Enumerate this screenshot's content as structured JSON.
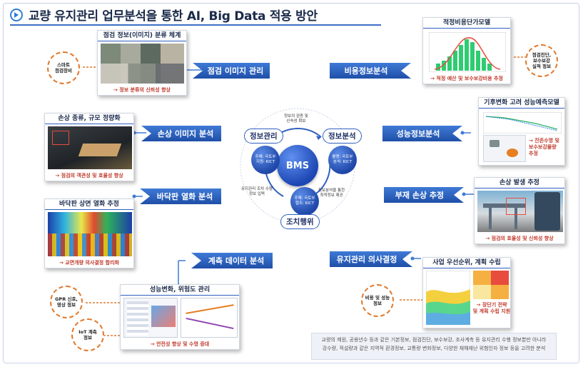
{
  "title": "교량 유지관리 업무분석을 통한 AI, Big Data 적용 방안",
  "center": {
    "core": "BMS",
    "info_manage": "정보관리",
    "info_analysis": "정보분석",
    "action": "조치행위",
    "node_left": [
      "주체: 국토부",
      "지원: KICT"
    ],
    "node_right": [
      "활용: 국토부",
      "분석: KICT"
    ],
    "node_bottom": [
      "주체: 국토부",
      "협조: KICT"
    ],
    "arc_top": [
      "정보의 검증 및",
      "신속성 확보"
    ],
    "arc_left": [
      "유지관리 조치 수행",
      "정보 입력"
    ],
    "arc_right": [
      "정보분석을 통한",
      "최적정보 제공"
    ]
  },
  "banners": {
    "l1": "점검 이미지 관리",
    "l2": "손상 이미지 분석",
    "l3": "바닥판 열화 분석",
    "l4": "계측 데이터 분석",
    "r1": "비용정보분석",
    "r2": "성능정보분석",
    "r3": "부재 손상 추정",
    "r4": "유지관리 의사결정"
  },
  "panels": {
    "p1_title": "점검 정보(이미지) 분류 체계",
    "p1_foot": "→ 정보 분류의 신뢰성 향상",
    "p2_title": "손상 종류, 규모 정량화",
    "p2_foot": "→ 점검의 객관성 및 효율성 향상",
    "p3_title": "바닥판 상면 열화 추정",
    "p3_foot": "→ 교면개량 의사결정 합리화",
    "p4_title": "성능변화, 위험도 관리",
    "p4_foot": "→ 안전성 향상 및 수명 증대",
    "p5_title": "적정비용단가모델",
    "p5_foot": "→ 적정 예산 및 보수보강비용 추정",
    "p6_title": "기후변화 고려 성능예측모델",
    "p6_foot": [
      "→ 잔존수명 및",
      "보수보강물량",
      "추정"
    ],
    "p7_title": "손상 발생 추정",
    "p7_foot": "→ 점검의 효율성 및 신뢰성 향상",
    "p8_title": "사업 우선순위, 계획 수립",
    "p8_foot": [
      "→ 장단기 전략",
      "및 계획 수립 지원"
    ]
  },
  "callouts": {
    "c1": [
      "스마트",
      "점검장비"
    ],
    "c2": [
      "GPR 신호,",
      "영상 정보"
    ],
    "c3": [
      "IoT 계측",
      "정보"
    ],
    "c4": [
      "점검진단,",
      "보수보강",
      "실적 정보"
    ],
    "c5": [
      "비용 및 성능",
      "정보"
    ]
  },
  "note": [
    "교량의 제원, 공용년수 등과 같은 기본정보, 점검진단, 보수보강, 조사계측 등 유지관리 수행 정보뿐만 아니라",
    "강수량, 적설량과 같은 지역적 환경정보, 교통량 변화정보, 다양한 재해재난 위험인자 정보 등을 고려한 분석"
  ],
  "colors": {
    "accent": "#2f5fbf",
    "banner": "#2a5cb8",
    "callout_border": "#e07a2e",
    "footnote": "#c0392b"
  }
}
